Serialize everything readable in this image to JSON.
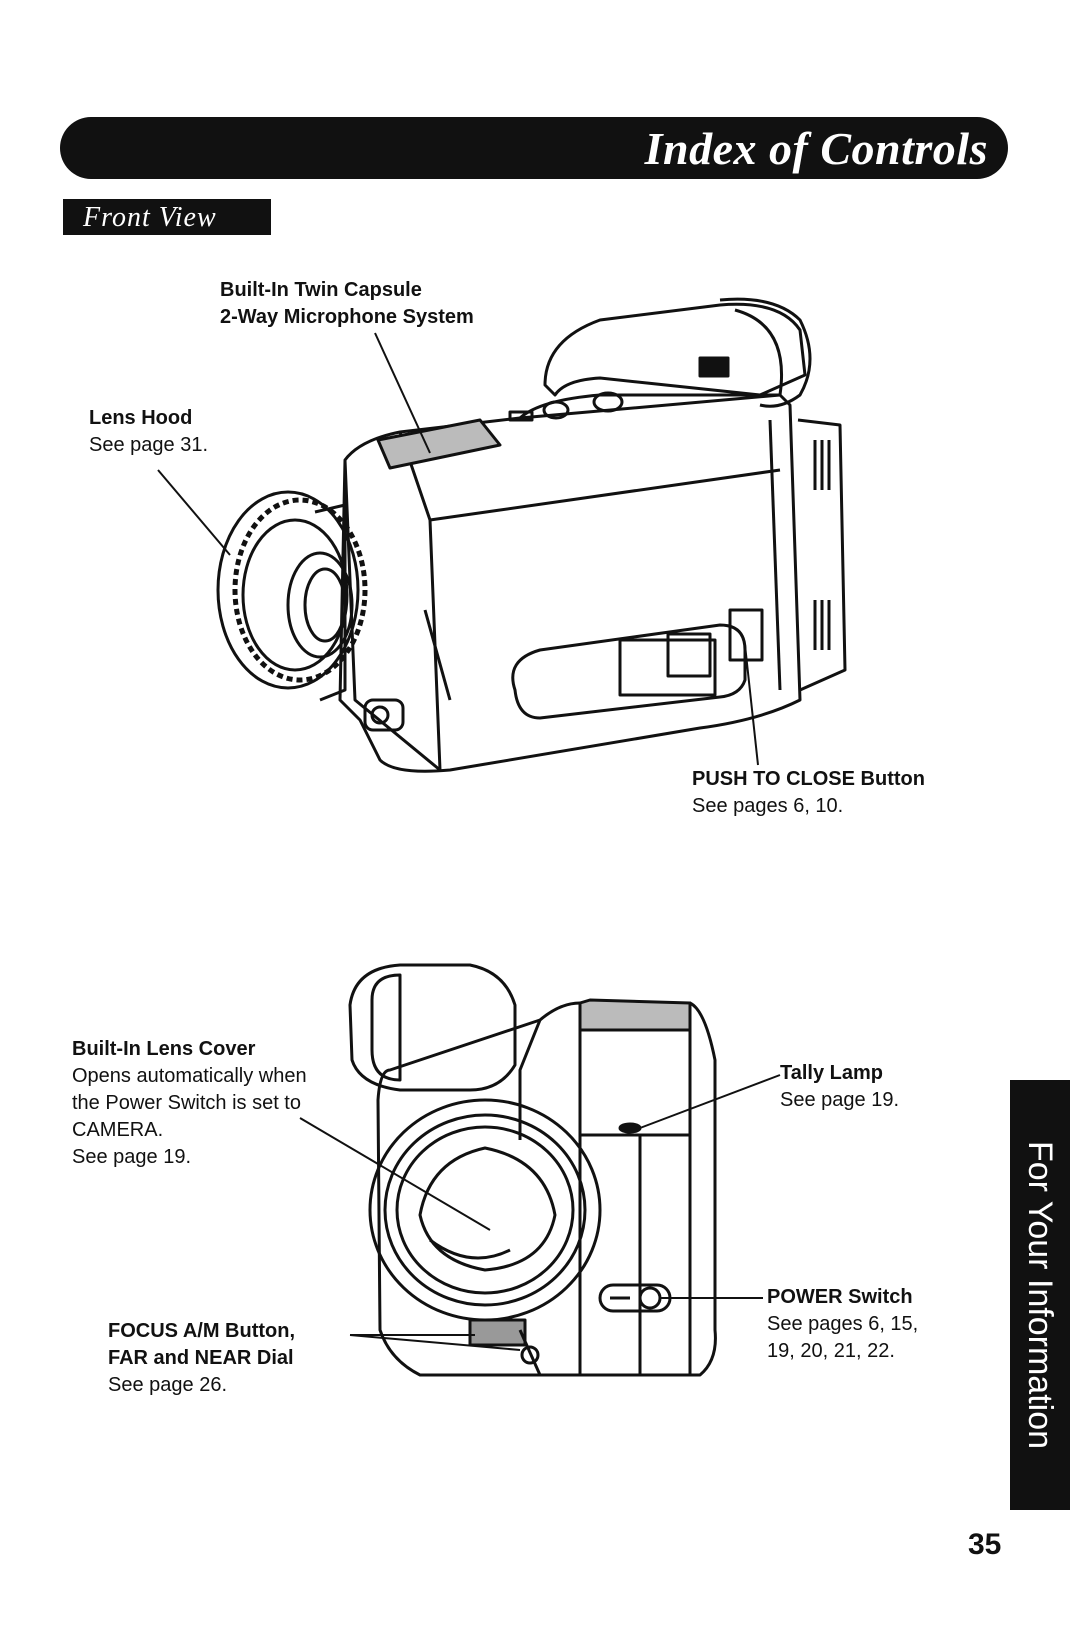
{
  "header": {
    "title": "Index of Controls"
  },
  "section": {
    "label": "Front View"
  },
  "side_tab": {
    "label": "For Your Information"
  },
  "page_number": "35",
  "callouts": {
    "microphone": {
      "title": "Built-In Twin Capsule",
      "title2": "2-Way Microphone System"
    },
    "lens_hood": {
      "title": "Lens Hood",
      "ref": "See page 31."
    },
    "push_to_close": {
      "title": "PUSH TO CLOSE Button",
      "ref": "See pages 6, 10."
    },
    "lens_cover": {
      "title": "Built-In Lens Cover",
      "line1": "Opens automatically when",
      "line2": "the Power Switch is set to",
      "line3": "CAMERA.",
      "ref": "See page 19."
    },
    "tally_lamp": {
      "title": "Tally Lamp",
      "ref": "See page 19."
    },
    "power_switch": {
      "title": "POWER Switch",
      "ref1": "See pages 6, 15,",
      "ref2": "19, 20, 21, 22."
    },
    "focus": {
      "title1": "FOCUS A/M Button,",
      "title2": "FAR and NEAR Dial",
      "ref": "See page 26."
    }
  }
}
